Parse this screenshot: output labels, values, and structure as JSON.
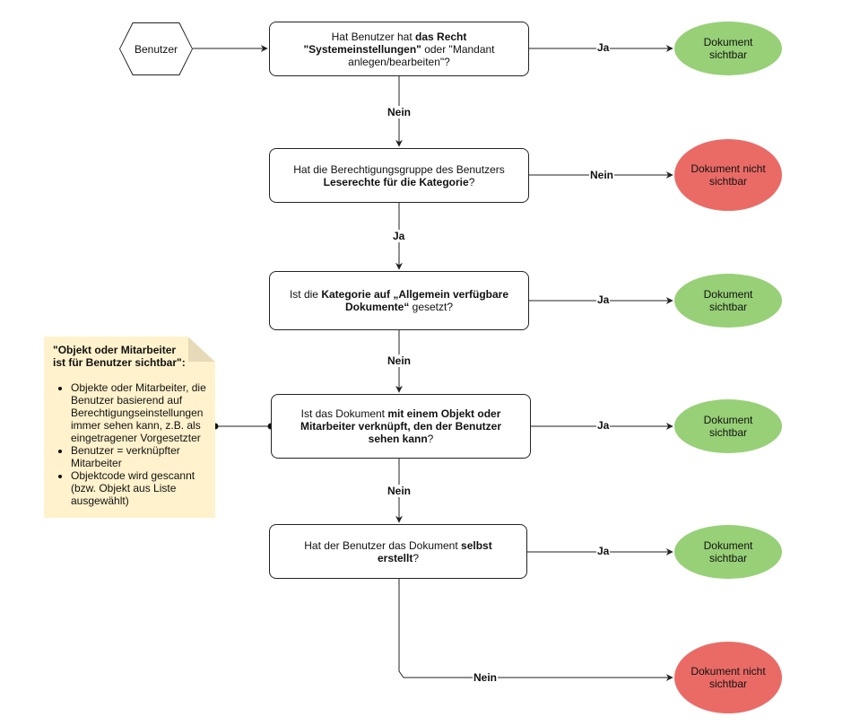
{
  "start": {
    "label": "Benutzer"
  },
  "decisions": [
    {
      "pre": "Hat Benutzer hat ",
      "bold": "das Recht \"Systemeinstellungen\"",
      "post": " oder \"Mandant anlegen/bearbeiten\"?"
    },
    {
      "pre": "Hat die Berechtigungsgruppe des Benutzers ",
      "bold": "Leserechte für die Kategorie",
      "post": "?"
    },
    {
      "pre": "Ist die ",
      "bold": "Kategorie auf „Allgemein verfügbare Dokumente“",
      "post": " gesetzt?"
    },
    {
      "pre": "Ist das Dokument ",
      "bold": "mit einem Objekt oder Mitarbeiter verknüpft, den der Benutzer sehen kann",
      "post": "?"
    },
    {
      "pre": "Hat der Benutzer das Dokument ",
      "bold": "selbst erstellt",
      "post": "?"
    }
  ],
  "outcomes": [
    {
      "label": "Dokument sichtbar",
      "color": "#97d077"
    },
    {
      "label": "Dokument nicht sichtbar",
      "color": "#ea6b66"
    },
    {
      "label": "Dokument sichtbar",
      "color": "#97d077"
    },
    {
      "label": "Dokument sichtbar",
      "color": "#97d077"
    },
    {
      "label": "Dokument sichtbar",
      "color": "#97d077"
    },
    {
      "label": "Dokument nicht sichtbar",
      "color": "#ea6b66"
    }
  ],
  "edge_labels": [
    "Ja",
    "Nein",
    "Nein",
    "Ja",
    "Ja",
    "Nein",
    "Ja",
    "Nein",
    "Ja",
    "Nein"
  ],
  "note": {
    "title": "\"Objekt oder Mitarbeiter ist für Benutzer sichtbar\":",
    "bullets": [
      "Objekte oder Mitarbeiter, die Benutzer basierend auf Berechtigungseinstellungen immer sehen kann, z.B. als eingetragener Vorgesetzter",
      "Benutzer = verknüpfter Mitarbeiter",
      "Objektcode wird gescannt (bzw. Objekt aus Liste ausgewählt)"
    ]
  },
  "colors": {
    "stroke": "#222222",
    "visible": "#97d077",
    "not_visible": "#ea6b66",
    "note_fill": "#fff2cc"
  }
}
